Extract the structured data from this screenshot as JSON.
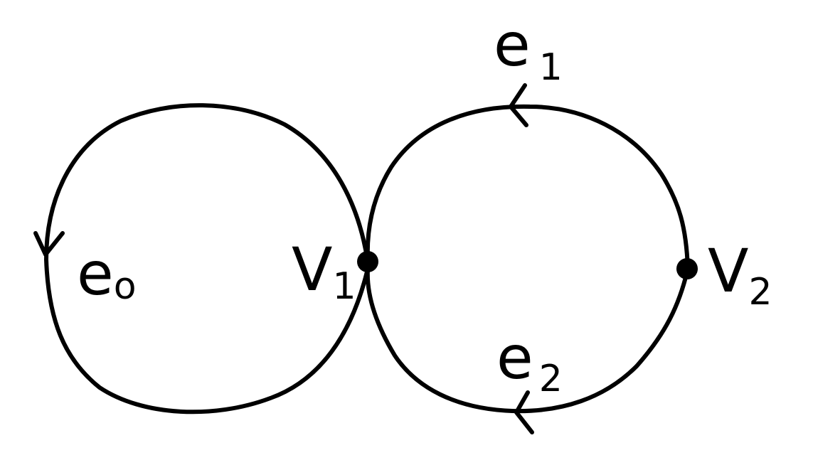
{
  "graph": {
    "vertices": [
      {
        "id": "v1",
        "label": "V",
        "subscript": "1"
      },
      {
        "id": "v2",
        "label": "V",
        "subscript": "2"
      }
    ],
    "edges": [
      {
        "id": "e0",
        "label": "e",
        "subscript": "o",
        "from": "v1",
        "to": "v1",
        "kind": "loop"
      },
      {
        "id": "e1",
        "label": "e",
        "subscript": "1",
        "from": "v2",
        "to": "v1"
      },
      {
        "id": "e2",
        "label": "e",
        "subscript": "2",
        "from": "v2",
        "to": "v1"
      }
    ]
  },
  "style": {
    "ink_color": "#000000",
    "background": "#ffffff"
  }
}
